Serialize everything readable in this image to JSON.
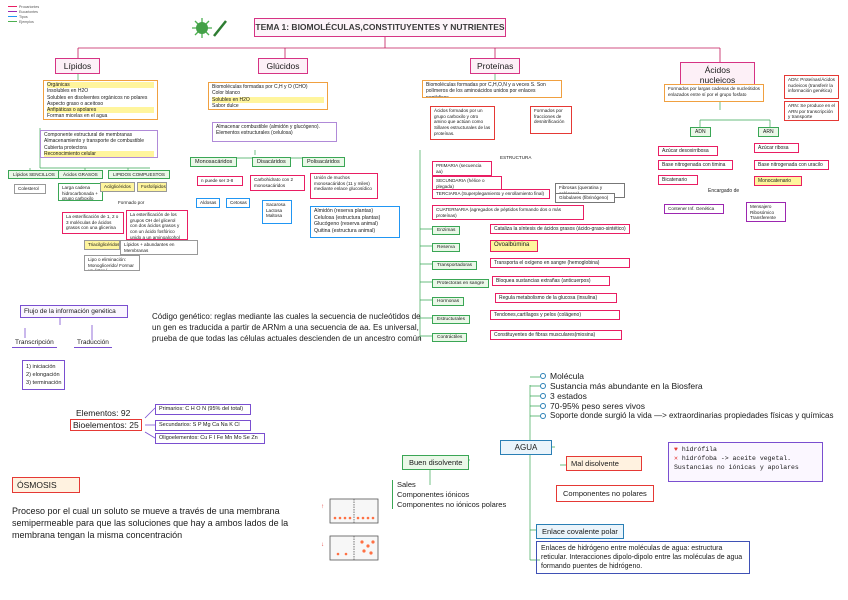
{
  "legend": [
    {
      "label": "Procariontes",
      "color": "#e91e63"
    },
    {
      "label": "Eucariontes",
      "color": "#9c27b0"
    },
    {
      "label": "Tipos",
      "color": "#2196f3"
    },
    {
      "label": "Ejemplos",
      "color": "#4caf50"
    }
  ],
  "title": "TEMA 1: BIOMOLÉCULAS,CONSTITUYENTES Y NUTRIENTES",
  "branches": {
    "lipidos": "Lípidos",
    "glucidos": "Glúcidos",
    "proteinas": "Proteínas",
    "acidos": "Ácidos nucleicos"
  },
  "lipidos": {
    "props": [
      "Orgánicas",
      "Insolubles en H2O",
      "Solubles en disolventes orgánicos no polares",
      "Aspecto graso o aceitoso",
      "Anfipáticas o apolares",
      "Forman micelas en el agua"
    ],
    "funcs": [
      "Componente estructural de membranas",
      "Almacenamiento y transporte de combustible",
      "Cubierta protectora",
      "Reconocimiento celular"
    ],
    "types": [
      "Lípidos SENCILLOS",
      "Ácidos GRASOS",
      "LIPIDOS COMPUESTOS"
    ],
    "colesterol": "Colesterol",
    "cadena": "Larga cadena hidrocarbonada + grupo carboxilo",
    "acilglic": "Acilglicéridos",
    "fosfolip": "Fosfolípidos",
    "formado": "Formado por",
    "ester1": "La esterificación de 1, 2 o 3 moléculas de ácidos grasos con una glicerina",
    "ester2": "La esterificación de los grupos OH del glicerol con dos ácidos grasos y con un ácido fosfórico unido a un aminoalcohol",
    "triacil": "Triacilglicéridos",
    "lipidos_alb": "Lípidos + abundantes en Membranas",
    "lipo": "Lipo o eliminación: Monoglicerido/ Formar un éster / Saponificación"
  },
  "glucidos": {
    "props": [
      "Biomoléculas formadas por C,H y O (CHO)",
      "Color blanco",
      "Solubles en H2O",
      "Sabor dulce"
    ],
    "alm": "Almacenar combustible (almidón y glucógeno). Elementos estructurales (celulosa)",
    "mono": "Monosacáridos",
    "disa": "Disacáridos",
    "poli": "Polisacáridos",
    "mono_desc": "n puede ser 3-8",
    "aldosas": "Aldosas",
    "cetosas": "Cetosas",
    "disa_desc": "Carbohidrato con 2 monosacáridos",
    "disa_ex": [
      "Sacarosa",
      "Lactosa",
      "Maltosa"
    ],
    "poli_desc": "Unión de muchos monosacáridos (11 y miles) mediante enlace glucosídico",
    "poli_ex": [
      "Almidón (reserva plantas)",
      "Celulosa (estructura plantas)",
      "Glucógeno (reserva animal)",
      "Quitina (estructura animal)"
    ]
  },
  "proteinas": {
    "intro": "Biomoléculas formadas por C,H,O,N y a veces S. Son polímeros de los aminoácidos unidos por enlaces peptídicos",
    "acidos": "Ácidos formados por un grupo carboxilo y otro amino que actúan como Sillares estructurales de las proteínas.",
    "formados": "Formados por fracciones de desnitrificación",
    "estructura": "ESTRUCTURA",
    "levels": [
      "PRIMARIA (secuencia aa)",
      "SECUNDARIA (hélice o plegada)",
      "TERCIARIA (Superplegamiento y enrollamiento final)",
      "CUATERNARIA (agregados de péptidos formando dos o más proteínas)"
    ],
    "fibrosas": "Fibrosas (queratina y colágeno)",
    "globulares": "Globulares (fibrinógeno)",
    "funcs": [
      {
        "name": "Enzimas",
        "desc": "Cataliza la síntesis de ácidos grasos (ácido-graso-sintético)"
      },
      {
        "name": "Reserva",
        "desc": "Ovoalbúmina"
      },
      {
        "name": "Transportadoras",
        "desc": "Transporta el oxígeno en sangre (hemoglobina)"
      },
      {
        "name": "Protectoras en sangre",
        "desc": "Bloquea sustancias extrañas (anticuerpos)"
      },
      {
        "name": "Hormonas",
        "desc": "Regula metabolismo de la glucosa (insulina)"
      },
      {
        "name": "Estructurales",
        "desc": "Tendones,cartílagos y pelos (colágeno)"
      },
      {
        "name": "Contráctiles",
        "desc": "Constituyentes de fibras musculares(miosina)"
      }
    ]
  },
  "acidos": {
    "intro": "Formados por largas cadenas de nucleótidos enlazados entre sí por el grupo fosfato",
    "adn_p": "ADN: Proteínas/Ácidos nucleicos (transferir la información genética)",
    "arn_p": "ARN: Se produce en el ARN por transcripción y transporte",
    "adn": "ADN",
    "arn": "ARN",
    "adn1": "Azúcar desoxirribosa",
    "adn2": "Base nitrogenada con timina",
    "adn3": "Bicatenario",
    "arn1": "Azúcar ribosa",
    "arn2": "Base nitrogenada con uracilo",
    "arn3": "Monocatenario",
    "encargado": "Encargado de",
    "contener": "Contener Inf. Genética",
    "mensajero": "Mensajero Ribosómico Transferente"
  },
  "flujo": {
    "title": "Flujo de la información genética",
    "trans": "Transcripción",
    "trad": "Traducción",
    "steps": [
      "1) iniciación",
      "2) elongación",
      "3) terminación"
    ]
  },
  "codigo": "Código genético: reglas mediante las cuales la secuencia de nucleótidos de un gen es traducida a partir de ARNm a una secuencia de aa. Es universal, prueba de que todas las células actuales descienden de un ancestro común",
  "elementos": {
    "label1": "Elementos: 92",
    "label2": "Bioelementos: 25",
    "prim": "Primarios: C H O N (95% del total)",
    "sec": "Secundarios: S P Mg Ca Na K Cl",
    "oli": "Oligoelementos: Cu F I Fe Mn Mo Se Zn"
  },
  "osmosis": {
    "title": "ÓSMOSIS",
    "desc": "Proceso por el cual un soluto se mueve a través de una membrana semipermeable para que las soluciones que hay a ambos lados de la membrana tengan la misma concentración"
  },
  "agua": {
    "title": "AGUA",
    "bullets": [
      "Molécula",
      "Sustancia más abundante en la Biosfera",
      "3 estados",
      "70-95% peso seres vivos",
      "Soporte donde surgió la vida —> extraordinarias propiedades físicas y químicas"
    ],
    "buen": "Buen disolvente",
    "buen_list": [
      "Sales",
      "Componentes iónicos",
      "Componentes no iónicos polares"
    ],
    "mal": "Mal disolvente",
    "mal_list": "Componentes no polares",
    "hidro1": "hidrófila",
    "hidro2": "hidrófoba -> aceite vegetal. Sustancias no iónicas y apolares",
    "enlace": "Enlace covalente polar",
    "puentes": "Enlaces de hidrógeno entre moléculas de agua: estructura reticular. Interacciones dipolo-dipolo entre las moléculas de agua formando puentes de hidrógeno."
  }
}
